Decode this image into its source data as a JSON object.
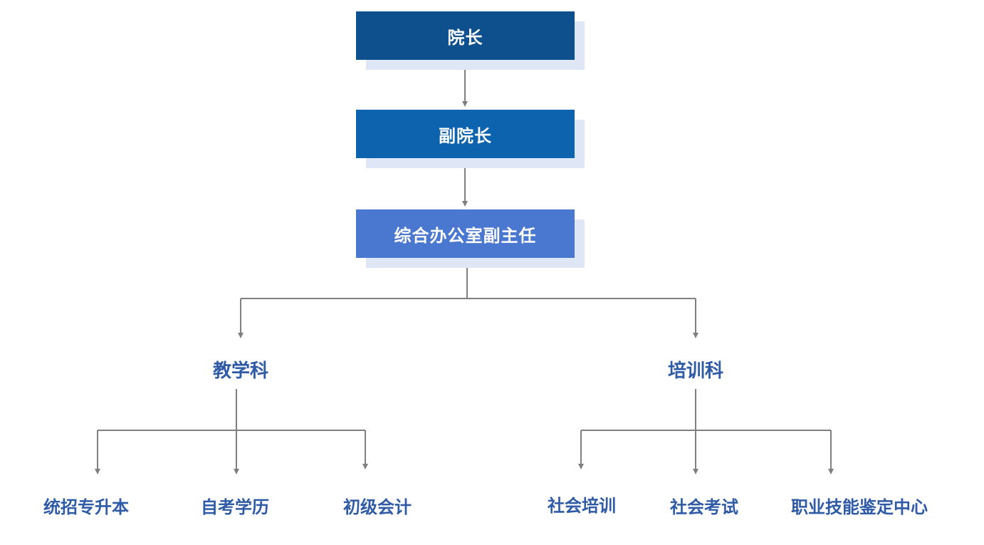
{
  "colors": {
    "dean_box": "#0e4f8e",
    "vice_box": "#0d63ad",
    "office_box": "#4a77cf",
    "label_text": "#2e5aa6",
    "connector": "#7f7f7f",
    "shadow": "#dfe6f5"
  },
  "levels": {
    "dean": {
      "label": "院长"
    },
    "vice_dean": {
      "label": "副院长"
    },
    "office": {
      "label": "综合办公室副主任"
    }
  },
  "departments": [
    {
      "label": "教学科",
      "children": [
        {
          "label": "统招专升本"
        },
        {
          "label": "自考学历"
        },
        {
          "label": "初级会计"
        }
      ]
    },
    {
      "label": "培训科",
      "children": [
        {
          "label": "社会培训"
        },
        {
          "label": "社会考试"
        },
        {
          "label": "职业技能鉴定中心"
        }
      ]
    }
  ]
}
